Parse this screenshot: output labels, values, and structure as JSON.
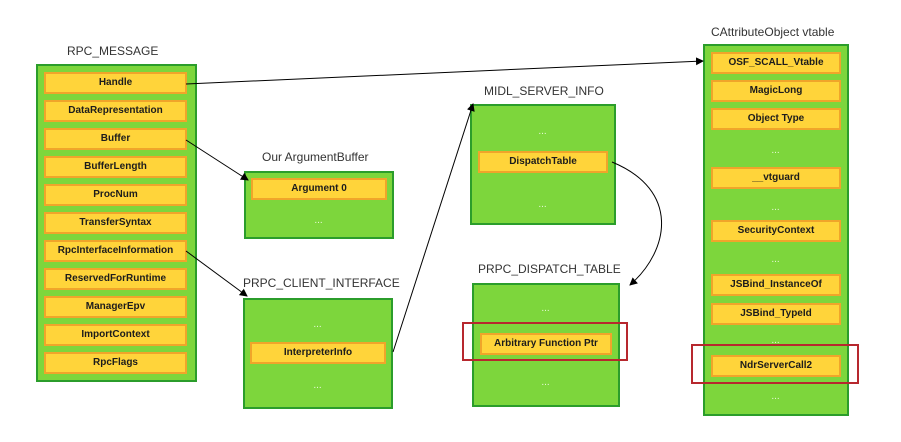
{
  "structs": {
    "rpc_message": {
      "title": "RPC_MESSAGE",
      "fields": [
        "Handle",
        "DataRepresentation",
        "Buffer",
        "BufferLength",
        "ProcNum",
        "TransferSyntax",
        "RpcInterfaceInformation",
        "ReservedForRuntime",
        "ManagerEpv",
        "ImportContext",
        "RpcFlags"
      ]
    },
    "argument_buffer": {
      "title": "Our ArgumentBuffer",
      "field": "Argument 0",
      "ellipsis": "..."
    },
    "client_interface": {
      "title": "PRPC_CLIENT_INTERFACE",
      "ellipsis_top": "...",
      "field": "InterpreterInfo",
      "ellipsis_bottom": "..."
    },
    "midl_server_info": {
      "title": "MIDL_SERVER_INFO",
      "ellipsis_top": "...",
      "field": "DispatchTable",
      "ellipsis_bottom": "..."
    },
    "dispatch_table": {
      "title": "PRPC_DISPATCH_TABLE",
      "ellipsis_top": "...",
      "field": "Arbitrary Function Ptr",
      "ellipsis_bottom": "..."
    },
    "vtable": {
      "title": "CAttributeObject vtable",
      "osf": "OSF_SCALL_Vtable",
      "magic": "MagicLong",
      "objtype": "Object Type",
      "dots1": "...",
      "vtguard": "__vtguard",
      "dots2": "...",
      "security": "SecurityContext",
      "dots3": "...",
      "jsinstance": "JSBind_InstanceOf",
      "jstypeid": "JSBind_TypeId",
      "dots4": "...",
      "ndr": "NdrServerCall2",
      "dots5": "..."
    }
  },
  "colors": {
    "struct_fill": "#7dd63c",
    "struct_border": "#2b9d2b",
    "field_fill": "#ffd43a",
    "field_border": "#f0a52a",
    "highlight": "#b7282e",
    "arrow": "#000000"
  }
}
